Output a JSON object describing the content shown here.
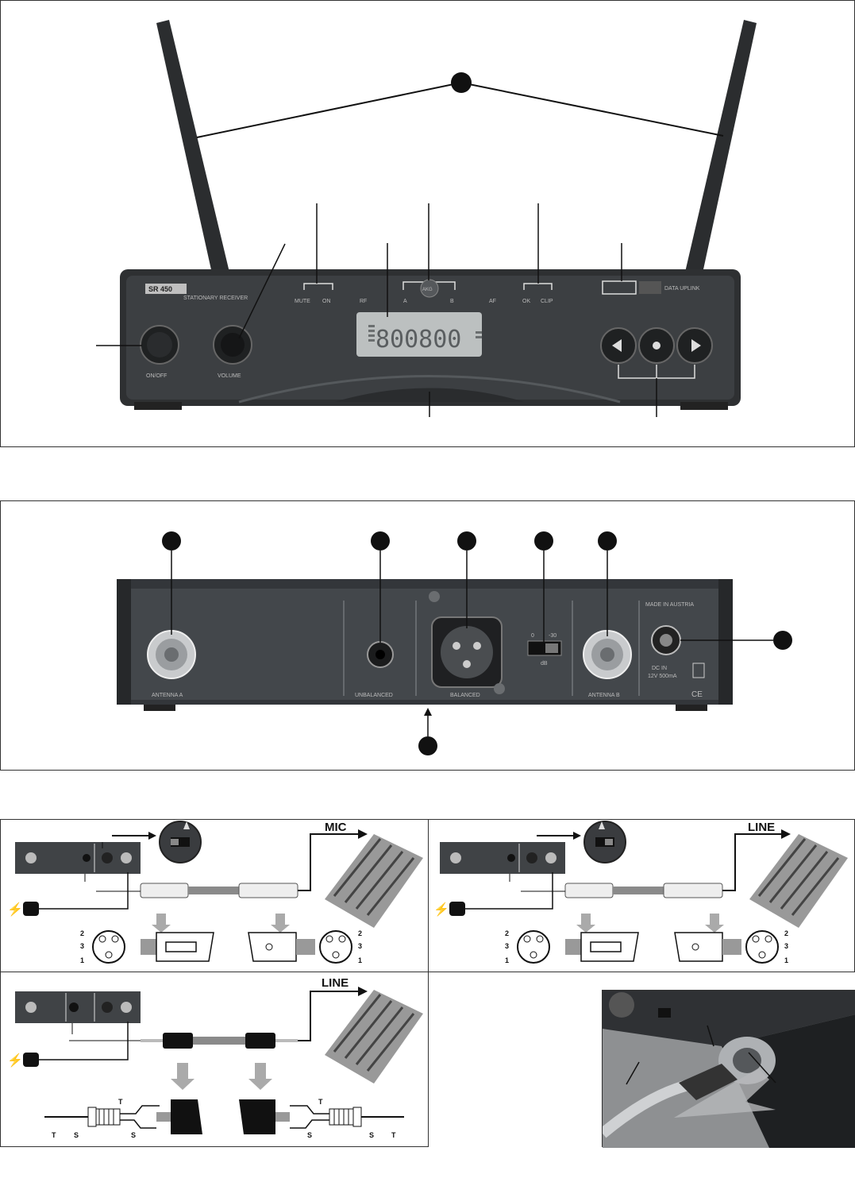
{
  "front_panel": {
    "model_badge": "SR 450",
    "model_subtitle": "STATIONARY RECEIVER",
    "led_labels": {
      "mute": "MUTE",
      "on": "ON",
      "rf": "RF",
      "a": "A",
      "b": "B",
      "af": "AF",
      "clip": "CLIP",
      "ok": "OK"
    },
    "display_digits": "800800",
    "brand": "AKG",
    "data_uplink": "DATA UPLINK",
    "power_label": "ON/OFF",
    "volume_label": "VOLUME"
  },
  "rear_panel": {
    "antenna_a": "ANTENNA A",
    "antenna_b": "ANTENNA B",
    "unbalanced": "UNBALANCED",
    "balanced": "BALANCED",
    "switch_0": "0",
    "switch_neg30": "-30",
    "switch_db": "dB",
    "made_in": "MADE IN AUSTRIA",
    "dc_in": "DC IN",
    "dc_spec": "12V 500mA",
    "ce_mark": "CE"
  },
  "diagrams": {
    "mic_label": "MIC",
    "line_label_1": "LINE",
    "line_label_2": "LINE",
    "xlr_pins": [
      "2",
      "3",
      "1"
    ],
    "jack_pins": {
      "tip": "T",
      "sleeve": "S"
    }
  },
  "icons": [
    "lightning-icon",
    "arrow-down-icon",
    "antenna-icon",
    "callout-dot-icon"
  ],
  "colors": {
    "device_dark": "#2a2c2e",
    "device_mid": "#44474a",
    "callout": "#111111",
    "border": "#333333"
  }
}
